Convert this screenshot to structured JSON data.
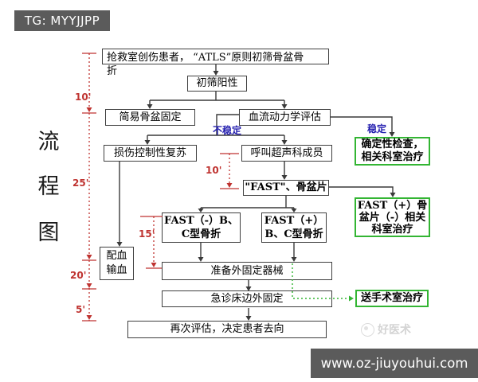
{
  "header": {
    "tag": "TG: MYYJJPP"
  },
  "footer": {
    "url": "www.oz-jiuyouhui.com"
  },
  "sidebar": {
    "chars": [
      "流",
      "程",
      "图"
    ]
  },
  "watermark": {
    "text": "好医术"
  },
  "timeline": {
    "main": {
      "t10": "10'",
      "t25": "25'",
      "t20": "20'",
      "t5": "5'"
    },
    "mid": {
      "t10": "10'",
      "t15": "15'"
    }
  },
  "flow": {
    "labels": {
      "unstable": "不稳定",
      "stable": "稳定"
    },
    "nodes": {
      "start": [
        "抢救室创伤患者， “ATLS”原则初筛骨盆骨",
        "折"
      ],
      "screen_positive": "初筛阳性",
      "simple_fixation": "简易骨盆固定",
      "hemodynamic": "血流动力学评估",
      "damage_control": "损伤控制性复苏",
      "call_ultrasound": "呼叫超声科成员",
      "fast_xray": "\"FAST\"、骨盆片",
      "fast_negative": [
        "FAST（-）B、",
        "C型骨折"
      ],
      "fast_positive": [
        "FAST（+）",
        "B、C型骨折"
      ],
      "blood": [
        "配血",
        "输血"
      ],
      "prepare_fixator": "准备外固定器械",
      "bedside_fixation": "急诊床边外固定",
      "reassess": "再次评估，决定患者去向",
      "definitive": [
        "确定性检查，",
        "相关科室治疗"
      ],
      "fastpos_green": [
        "FAST（+）骨",
        "盆片（-）相关",
        "科室治疗"
      ],
      "to_or": "送手术室治疗"
    },
    "colors": {
      "green": "#33b533",
      "red": "#bf3330",
      "blue": "#2722b0",
      "line": "#3a3a3a"
    }
  }
}
